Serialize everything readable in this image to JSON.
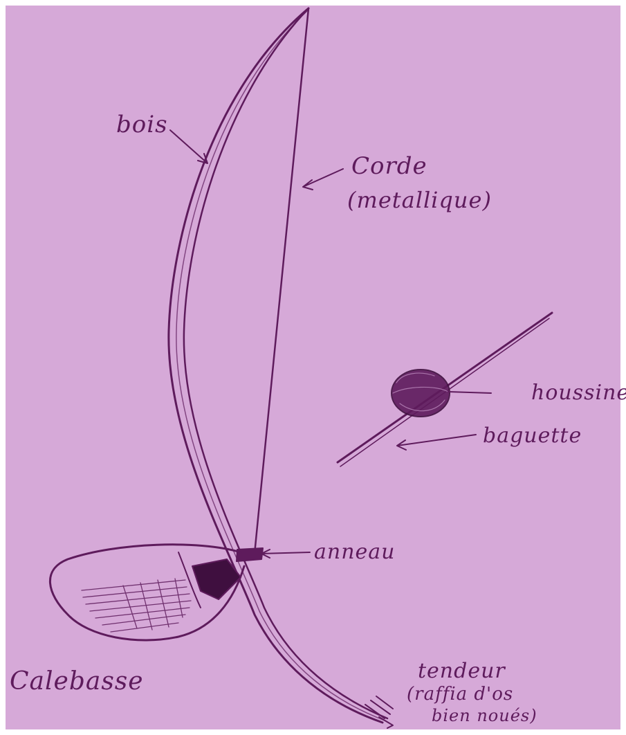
{
  "colors": {
    "paper": "#d6a9d8",
    "ink": "#5e1b5c",
    "ink_dark": "#3f0f3f"
  },
  "labels": {
    "bois": "bois",
    "corde_line1": "Corde",
    "corde_line2": "(metallique)",
    "houssine": "houssine",
    "baguette": "baguette",
    "anneau": "anneau",
    "calebasse": "Calebasse",
    "tendeur_line1": "tendeur",
    "tendeur_line2": "(raffia d'os",
    "tendeur_line3": "bien noués)"
  }
}
